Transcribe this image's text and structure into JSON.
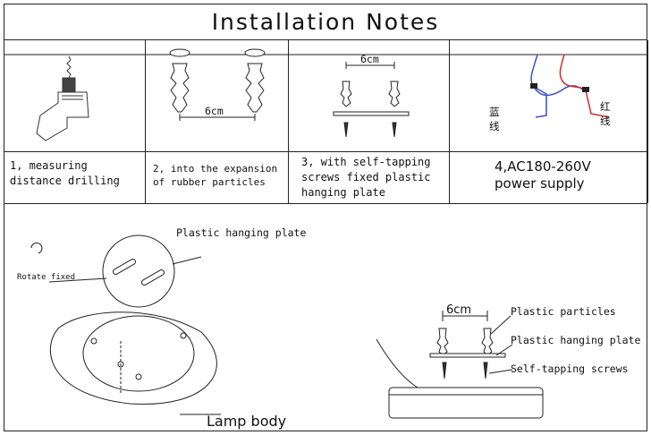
{
  "title": "Installation Notes",
  "steps": [
    {
      "lines": [
        "1, measuring",
        "distance drilling"
      ]
    },
    {
      "lines": [
        "2, into the expansion",
        "of rubber particles"
      ],
      "dimension": "6cm"
    },
    {
      "lines": [
        "3, with self-tapping",
        "screws fixed plastic",
        "hanging plate"
      ],
      "dimension": "6cm"
    },
    {
      "lines": [
        "4,AC180-260V",
        "power supply"
      ],
      "wire_label_blue": "蓝\n线",
      "wire_label_red": "红\n线"
    }
  ],
  "lower": {
    "rotate_label": "Rotate fixed",
    "plate_label": "Plastic hanging plate",
    "lamp_label": "Lamp body",
    "dimension": "6cm",
    "particles_label": "Plastic particles",
    "hanging_plate_label": "Plastic hanging plate",
    "screws_label": "Self-tapping screws"
  },
  "colors": {
    "wire_blue": "#3a4fc8",
    "wire_red": "#d02a2a",
    "line": "#222222"
  }
}
